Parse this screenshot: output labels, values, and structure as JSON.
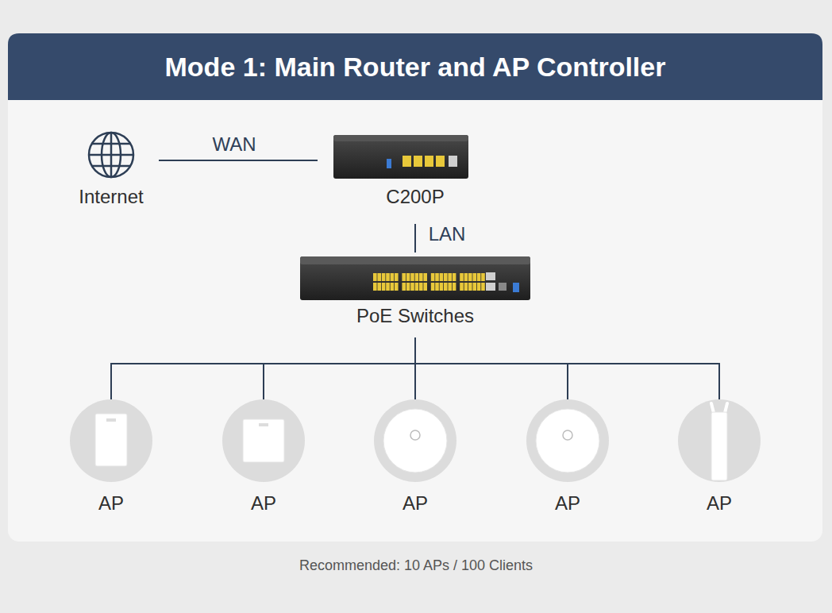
{
  "diagram": {
    "title": "Mode 1: Main Router and AP Controller",
    "caption": "Recommended: 10 APs / 100 Clients",
    "nodes": [
      {
        "text": [
          "Internet"
        ]
      },
      {
        "text": [
          "C200P"
        ]
      },
      {
        "text": [
          "PoE Switches"
        ]
      },
      {
        "text": [
          "AP"
        ]
      },
      {
        "text": [
          "AP"
        ]
      },
      {
        "text": [
          "AP"
        ]
      },
      {
        "text": [
          "AP"
        ]
      },
      {
        "text": [
          "AP"
        ]
      }
    ],
    "edges": [
      {
        "from": 0,
        "to": 1,
        "label": "WAN",
        "arrow": "none"
      },
      {
        "from": 1,
        "to": 2,
        "label": "LAN",
        "arrow": "none"
      },
      {
        "from": 2,
        "to": 3,
        "arrow": "none"
      },
      {
        "from": 2,
        "to": 4,
        "arrow": "none"
      },
      {
        "from": 2,
        "to": 5,
        "arrow": "none"
      },
      {
        "from": 2,
        "to": 6,
        "arrow": "none"
      },
      {
        "from": 2,
        "to": 7,
        "arrow": "none"
      }
    ]
  }
}
